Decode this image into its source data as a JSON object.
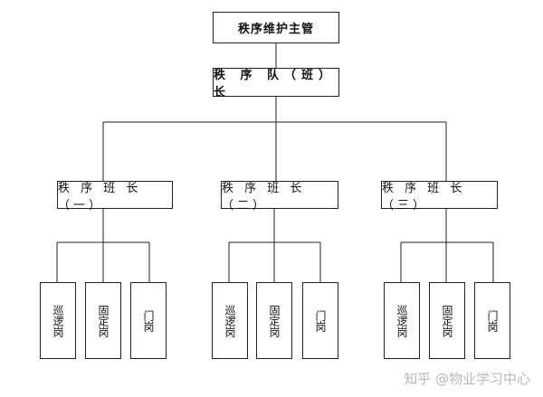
{
  "org": {
    "supervisor": "秩序维护主管",
    "captain": "秩 序 队（班） 长",
    "teams": [
      {
        "leader": "秩 序 班 长（一）",
        "posts": [
          "巡逻岗",
          "固定岗",
          "门岗"
        ]
      },
      {
        "leader": "秩 序 班 长（二）",
        "posts": [
          "巡逻岗",
          "固定岗",
          "门岗"
        ]
      },
      {
        "leader": "秩 序 班 长（三）",
        "posts": [
          "巡逻岗",
          "固定岗",
          "门岗"
        ]
      }
    ]
  },
  "watermark": "知乎 @物业学习中心"
}
